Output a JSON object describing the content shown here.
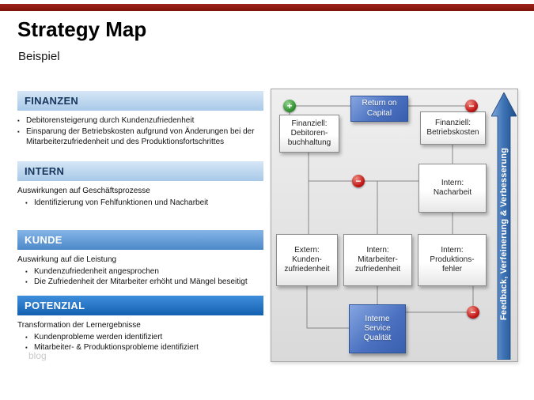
{
  "slide": {
    "title": "Strategy Map",
    "subtitle": "Beispiel",
    "watermark": "blog"
  },
  "bullet_glyph": "▪",
  "sections": [
    {
      "label": "FINANZEN",
      "bullets": [
        "Debitorensteigerung durch Kundenzufriedenheit",
        "Einsparung der Betriebskosten aufgrund von Änderungen bei der Mitarbeiterzufriedenheit und des Produktionsfortschrittes"
      ]
    },
    {
      "label": "INTERN",
      "intro": "Auswirkungen auf Geschäftsprozesse",
      "bullets": [
        "Identifizierung von Fehlfunktionen und Nacharbeit"
      ]
    },
    {
      "label": "KUNDE",
      "intro": "Auswirkung auf die Leistung",
      "bullets": [
        "Kundenzufriedenheit angesprochen",
        "Die Zufriedenheit der Mitarbeiter erhöht und Mängel beseitigt"
      ]
    },
    {
      "label": "POTENZIAL",
      "intro": "Transformation der Lernergebnisse",
      "bullets": [
        "Kundenprobleme werden identifiziert",
        "Mitarbeiter- & Produktionsprobleme identifiziert"
      ]
    }
  ],
  "diagram": {
    "nodes": {
      "return_on_capital": "Return on\nCapital",
      "debitorenbuchhaltung": "Finanziell:\nDebitoren-\nbuchhaltung",
      "betriebskosten": "Finanziell:\nBetriebskosten",
      "nacharbeit": "Intern:\nNacharbeit",
      "kundenzufriedenheit": "Extern:\nKunden-\nzufriedenheit",
      "mitarbeiterzufriedenheit": "Intern:\nMitarbeiter-\nzufriedenheit",
      "produktionsfehler": "Intern:\nProduktions-\nfehler",
      "interne_service_qualitaet": "Interne\nService\nQualität"
    },
    "badges": {
      "plus": "+",
      "minus": "−"
    },
    "arrow_label": "Feedback, Verfeinerung & Verbesserung"
  },
  "colors": {
    "top_bar_red": "#8B170E",
    "header_light_blue": "#BDD6EE",
    "header_medium_blue": "#5B9BD5",
    "header_dark_blue": "#1D6EC0",
    "node_blue": "#4472C4",
    "plus_green": "#2E8B2E",
    "minus_red": "#B01010",
    "arrow_blue": "#2E6DA4"
  }
}
